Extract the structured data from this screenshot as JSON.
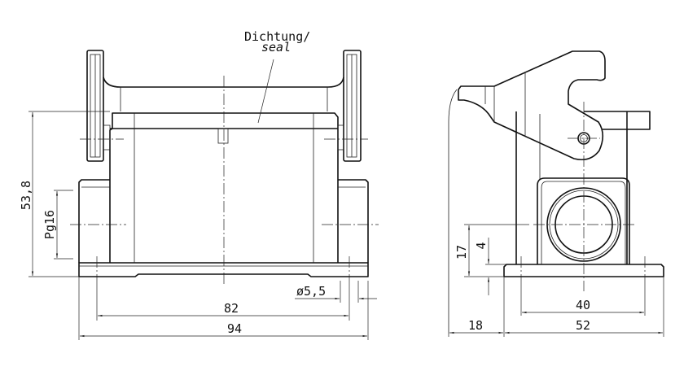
{
  "front_view": {
    "seal_label_de": "Dichtung/",
    "seal_label_en": "seal",
    "dim_height": "53,8",
    "dim_thread": "Pg16",
    "dim_hole": "ø5,5",
    "dim_hole_spacing": "82",
    "dim_width": "94"
  },
  "side_view": {
    "dim_axis_height": "17",
    "dim_plate": "4",
    "dim_hole_spacing": "40",
    "dim_lever_overhang": "18",
    "dim_depth": "52"
  }
}
